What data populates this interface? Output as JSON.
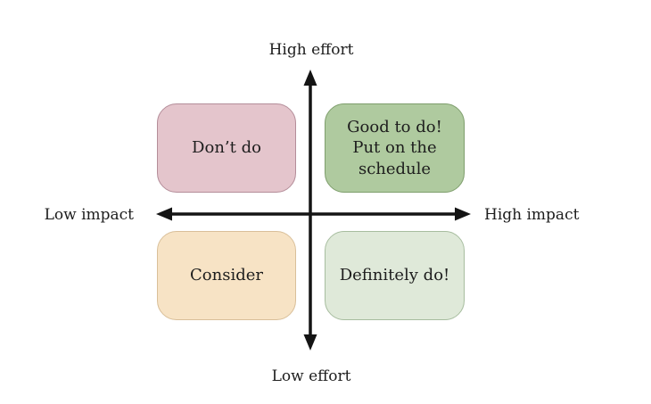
{
  "diagram": {
    "title": "impact-effort-matrix",
    "axes": {
      "vertical_top_label": "High effort",
      "vertical_bottom_label": "Low effort",
      "horizontal_left_label": "Low impact",
      "horizontal_right_label": "High impact",
      "axis_color": "#141414"
    },
    "quadrants": [
      {
        "position": "top-left",
        "label": "Don’t do",
        "fill": "#e4c5cc",
        "border": "#b48d99"
      },
      {
        "position": "top-right",
        "label": "Good to do!\nPut on the\nschedule",
        "fill": "#afca9f",
        "border": "#7e9e6c"
      },
      {
        "position": "bottom-left",
        "label": "Consider",
        "fill": "#f7e3c5",
        "border": "#d9bf99"
      },
      {
        "position": "bottom-right",
        "label": "Definitely do!",
        "fill": "#dfe9d9",
        "border": "#a7bd9f"
      }
    ],
    "text_color": "#1d1d1d",
    "background_color": "#ffffff"
  }
}
